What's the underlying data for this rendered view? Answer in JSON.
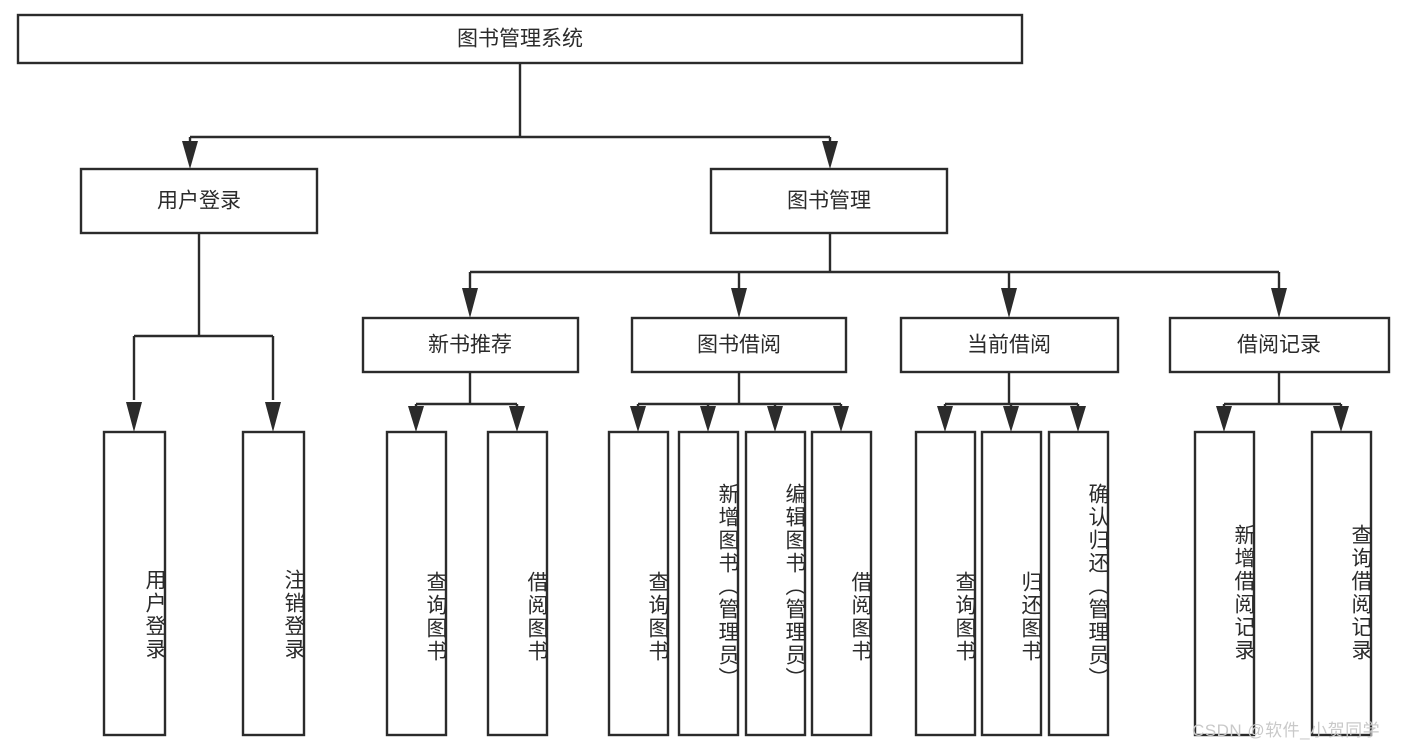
{
  "diagram": {
    "title": "图书管理系统",
    "type": "tree-hierarchy-flowchart",
    "root": {
      "id": "root",
      "label": "图书管理系统"
    },
    "level1": [
      {
        "id": "user-login",
        "label": "用户登录"
      },
      {
        "id": "book-manage",
        "label": "图书管理"
      }
    ],
    "level2": [
      {
        "id": "new-book-rec",
        "label": "新书推荐",
        "parent": "book-manage"
      },
      {
        "id": "book-borrow",
        "label": "图书借阅",
        "parent": "book-manage"
      },
      {
        "id": "current-borrow",
        "label": "当前借阅",
        "parent": "book-manage"
      },
      {
        "id": "borrow-record",
        "label": "借阅记录",
        "parent": "book-manage"
      }
    ],
    "leaves": [
      {
        "id": "leaf-user-login",
        "label": "用户登录",
        "parent": "user-login"
      },
      {
        "id": "leaf-logout-login",
        "label": "注销登录",
        "parent": "user-login"
      },
      {
        "id": "leaf-query-book-1",
        "label": "查询图书",
        "parent": "new-book-rec"
      },
      {
        "id": "leaf-borrow-book-1",
        "label": "借阅图书",
        "parent": "new-book-rec"
      },
      {
        "id": "leaf-query-book-2",
        "label": "查询图书",
        "parent": "book-borrow"
      },
      {
        "id": "leaf-add-book",
        "label": "新增图书（管理员）",
        "parent": "book-borrow"
      },
      {
        "id": "leaf-edit-book",
        "label": "编辑图书（管理员）",
        "parent": "book-borrow"
      },
      {
        "id": "leaf-borrow-book-2",
        "label": "借阅图书",
        "parent": "book-borrow"
      },
      {
        "id": "leaf-query-book-3",
        "label": "查询图书",
        "parent": "current-borrow"
      },
      {
        "id": "leaf-return-book",
        "label": "归还图书",
        "parent": "current-borrow"
      },
      {
        "id": "leaf-confirm-return",
        "label": "确认归还（管理员）",
        "parent": "current-borrow"
      },
      {
        "id": "leaf-add-record",
        "label": "新增借阅记录",
        "parent": "borrow-record"
      },
      {
        "id": "leaf-query-record",
        "label": "查询借阅记录",
        "parent": "borrow-record"
      }
    ],
    "colors": {
      "stroke": "#2b2b2b",
      "fill": "#ffffff",
      "text": "#2b2b2b",
      "watermark": "#c9c9c9",
      "background": "#ffffff"
    }
  },
  "watermark": {
    "text": "CSDN @软件_小贺同学"
  }
}
